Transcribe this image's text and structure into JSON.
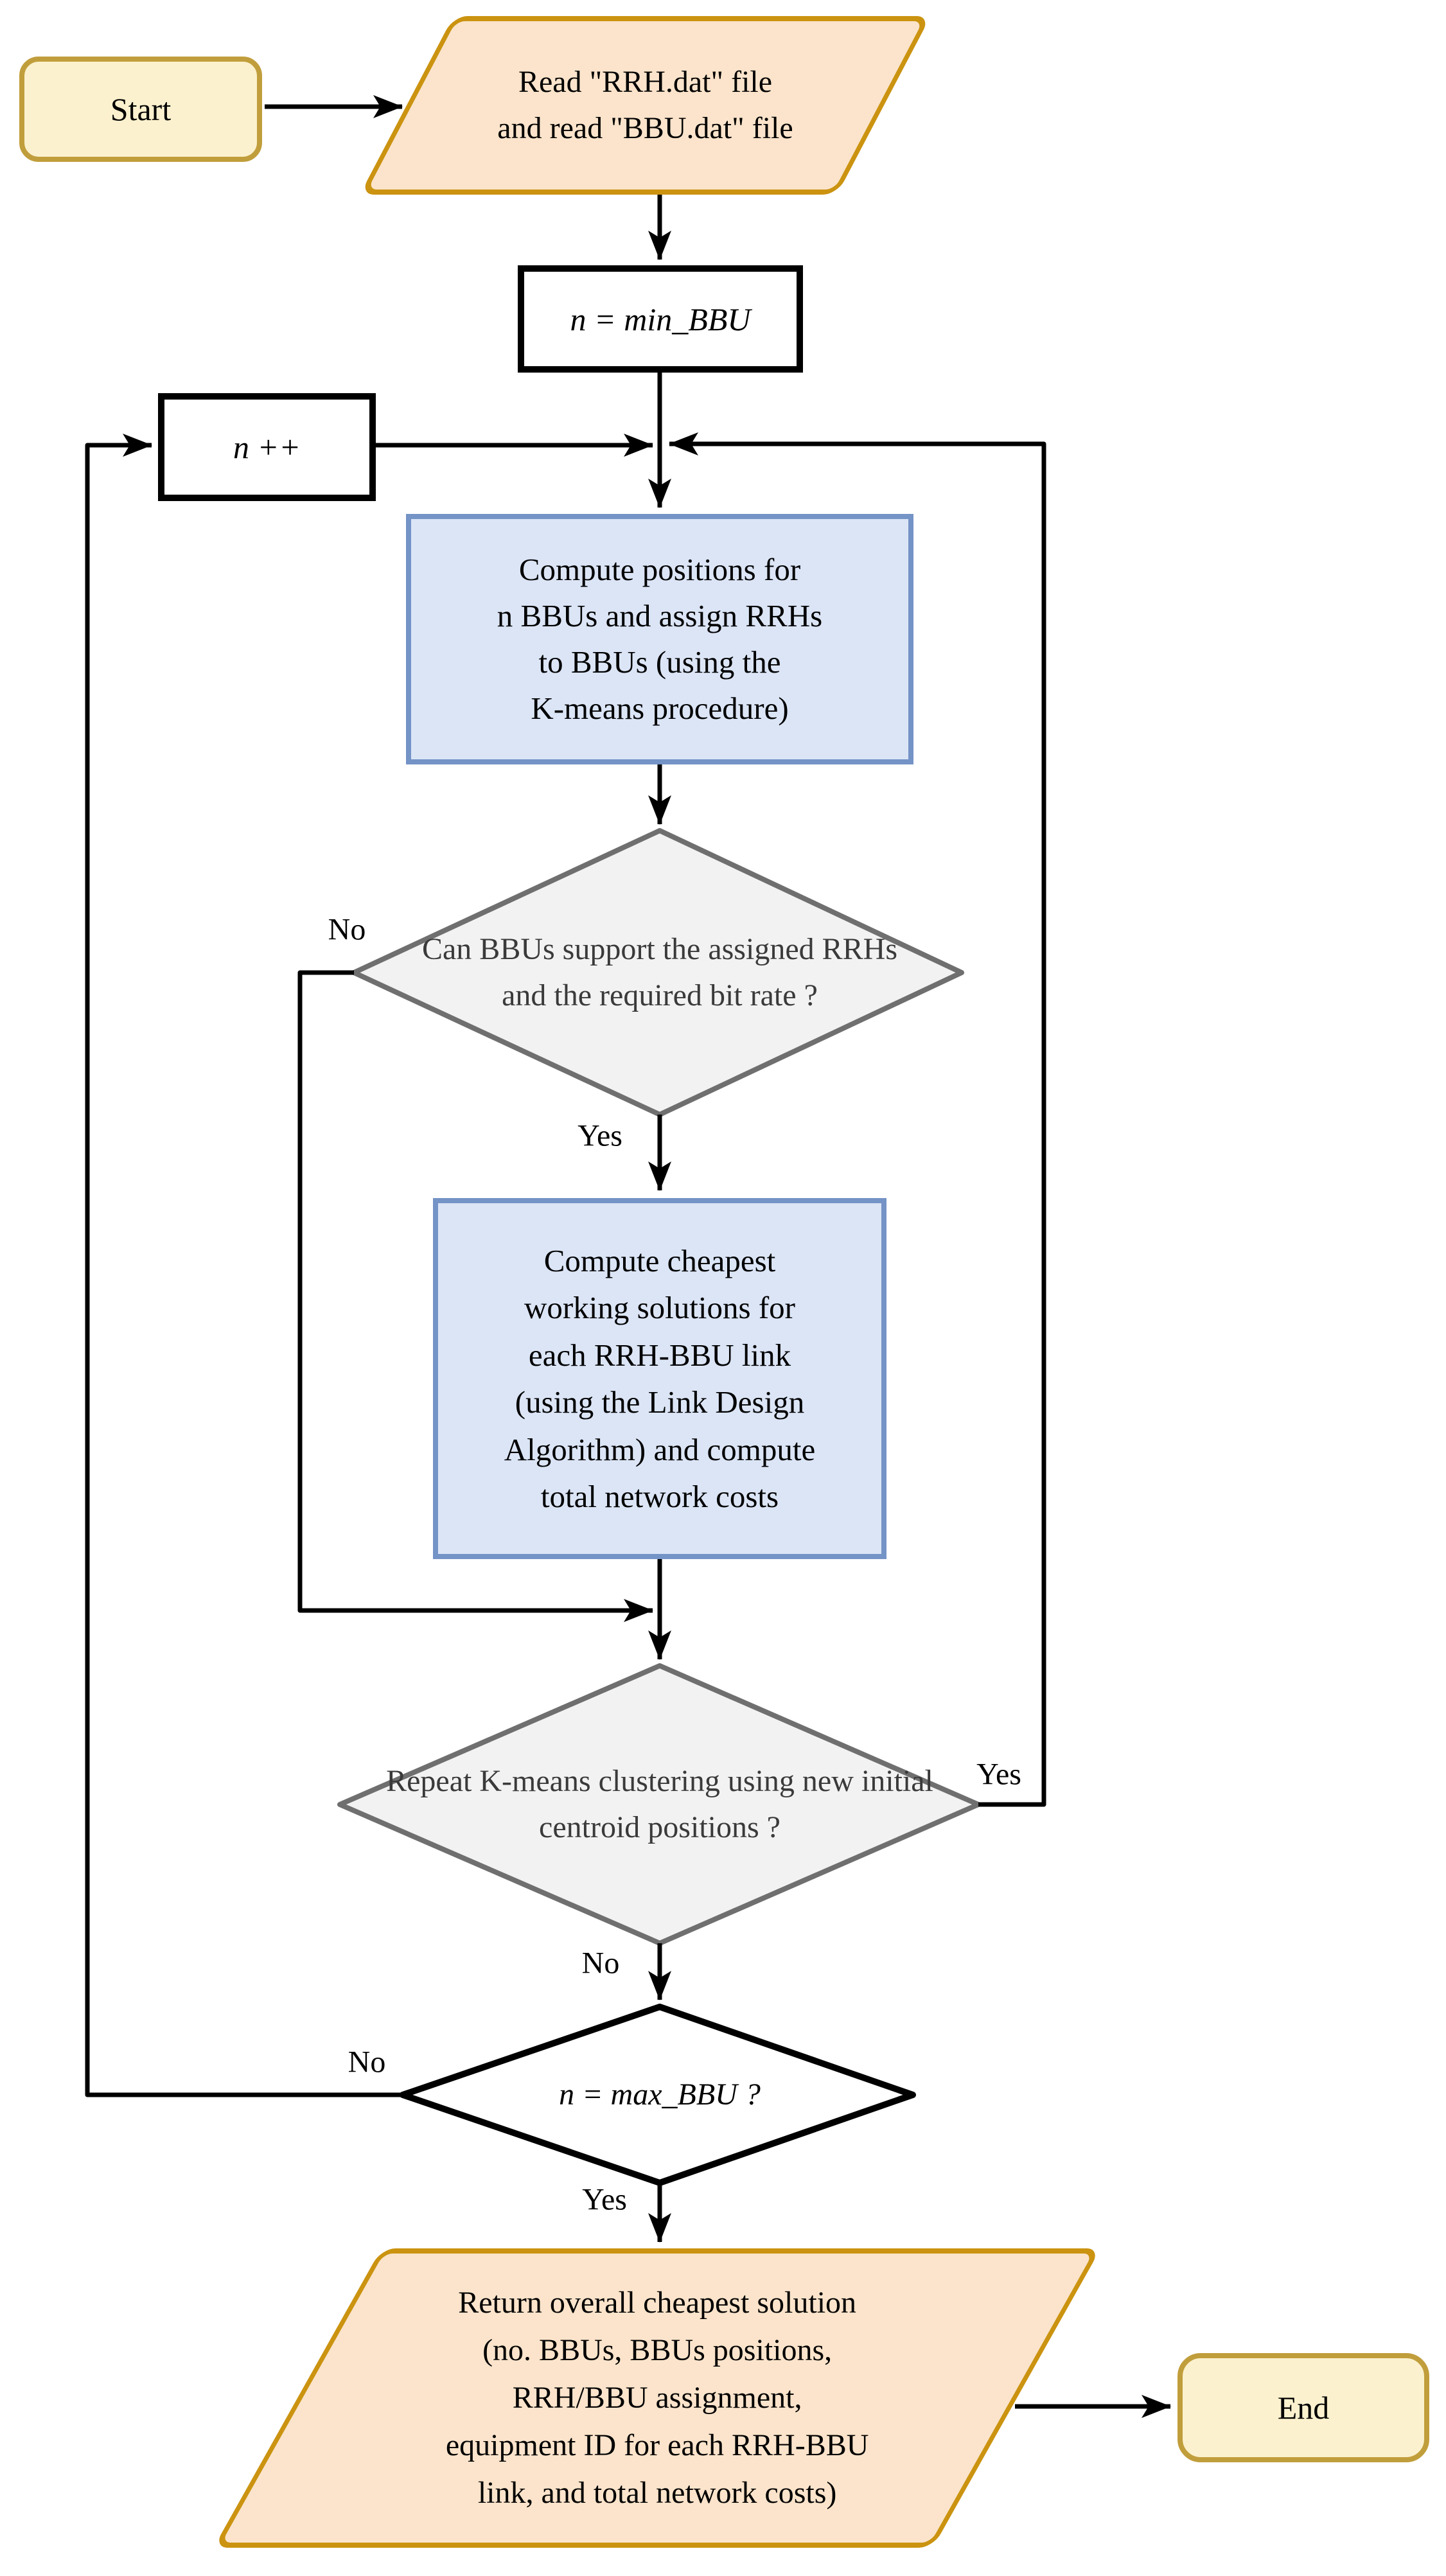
{
  "flowchart": {
    "title": "BBU placement and link design algorithm flowchart",
    "nodes": {
      "start": {
        "label": "Start",
        "type": "terminal"
      },
      "read_files": {
        "label": "Read \"RRH.dat\" file\nand read \"BBU.dat\" file",
        "type": "input-output"
      },
      "init": {
        "label": "n = min_BBU",
        "type": "process"
      },
      "increment": {
        "label": "n ++",
        "type": "process"
      },
      "kmeans": {
        "label": "Compute positions for\nn BBUs and assign RRHs\nto BBUs (using the\nK-means procedure)",
        "type": "process"
      },
      "check_bbus": {
        "label": "Can BBUs\nsupport the assigned\nRRHs and the required\nbit rate ?",
        "type": "decision"
      },
      "link_design": {
        "label": "Compute cheapest\nworking solutions for\neach RRH-BBU link\n(using the Link Design\nAlgorithm) and compute\ntotal network costs",
        "type": "process"
      },
      "repeat_kmeans": {
        "label": "Repeat\nK-means clustering using\nnew initial centroid\npositions ?",
        "type": "decision"
      },
      "check_max": {
        "label": "n = max_BBU ?",
        "type": "decision"
      },
      "return_solution": {
        "label": "Return overall cheapest solution\n(no. BBUs, BBUs positions,\nRRH/BBU assignment,\nequipment ID for each RRH-BBU\nlink, and total network costs)",
        "type": "input-output"
      },
      "end": {
        "label": "End",
        "type": "terminal"
      }
    },
    "edge_labels": {
      "check_bbus_no": "No",
      "check_bbus_yes": "Yes",
      "repeat_yes": "Yes",
      "repeat_no": "No",
      "check_max_no": "No",
      "check_max_yes": "Yes"
    },
    "colors": {
      "terminal_fill": "#fbf1ce",
      "terminal_border": "#c19e3c",
      "io_fill": "#fbe4cb",
      "io_border": "#cb9310",
      "process_fill": "#dbe5f6",
      "process_border": "#7493c6",
      "decision_fill": "#f2f2f2",
      "decision_border": "#6f6f6f",
      "decision_text": "#3a3a3a",
      "line": "#000000"
    }
  }
}
